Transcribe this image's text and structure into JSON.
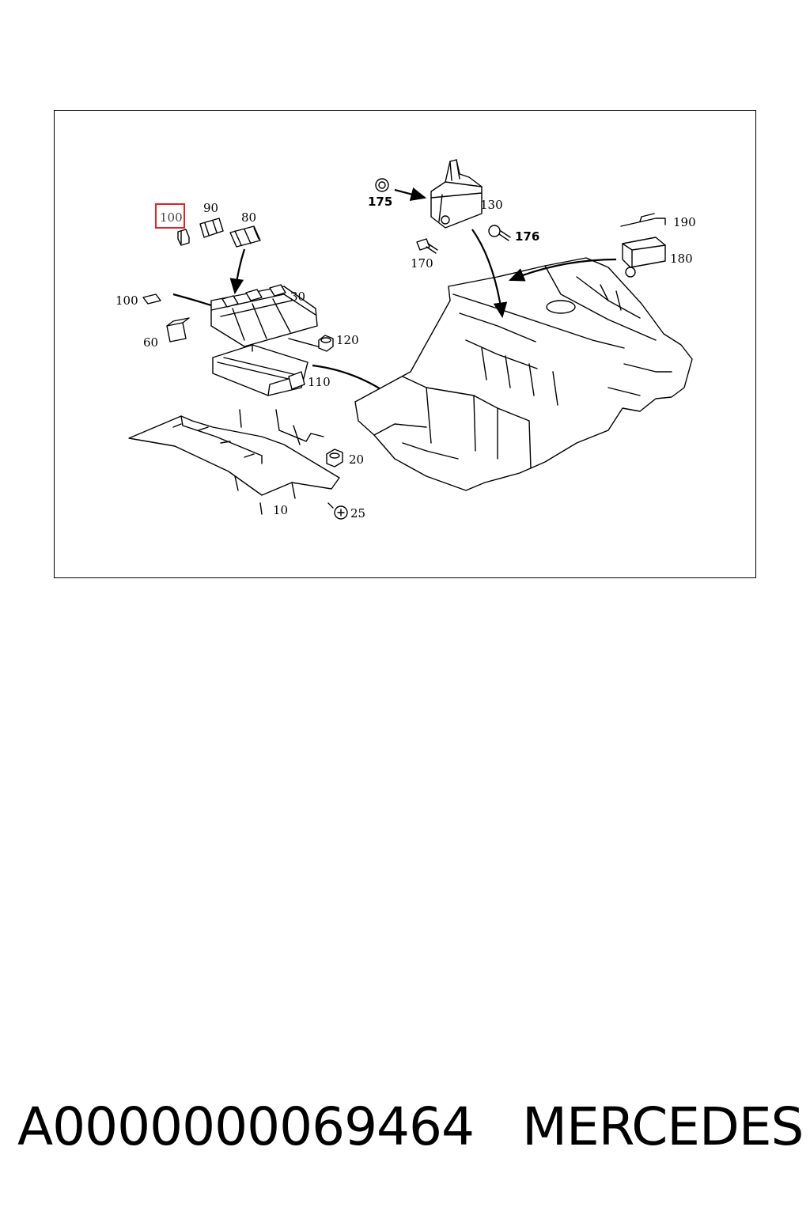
{
  "diagram": {
    "highlighted_callout": "100",
    "highlight_color": "#e0202a",
    "callouts": {
      "c100_top": "100",
      "c90": "90",
      "c80": "80",
      "c100_left": "100",
      "c30": "30",
      "c60": "60",
      "c120": "120",
      "c110": "110",
      "c20": "20",
      "c25": "25",
      "c10": "10",
      "c175": "175",
      "c130": "130",
      "c170": "170",
      "c176": "176",
      "c190": "190",
      "c180": "180"
    }
  },
  "footer": {
    "part_number": "A0000000069464",
    "brand": "MERCEDES"
  }
}
